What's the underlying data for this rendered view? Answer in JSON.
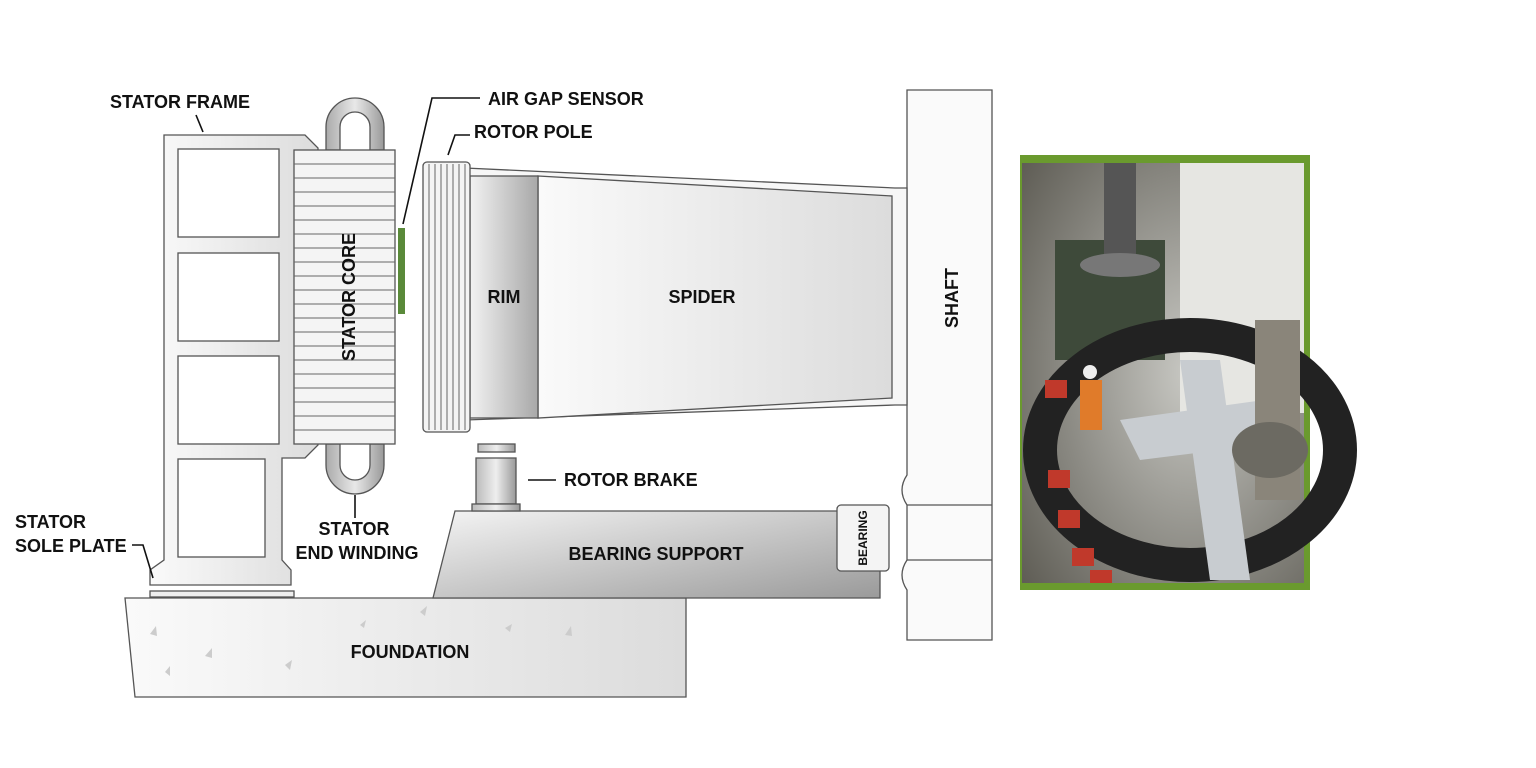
{
  "diagram": {
    "labels": {
      "stator_frame": "STATOR FRAME",
      "air_gap_sensor": "AIR GAP SENSOR",
      "rotor_pole": "ROTOR POLE",
      "stator_core": "STATOR CORE",
      "rim": "RIM",
      "spider": "SPIDER",
      "shaft": "SHAFT",
      "rotor_brake": "ROTOR BRAKE",
      "stator_sole_plate_1": "STATOR",
      "stator_sole_plate_2": "SOLE PLATE",
      "stator_end_winding_1": "STATOR",
      "stator_end_winding_2": "END WINDING",
      "bearing_support": "BEARING SUPPORT",
      "bearing": "BEARING",
      "foundation": "FOUNDATION"
    },
    "colors": {
      "sensor": "#5a8a3a",
      "photo_border": "#6a9a2e"
    }
  }
}
